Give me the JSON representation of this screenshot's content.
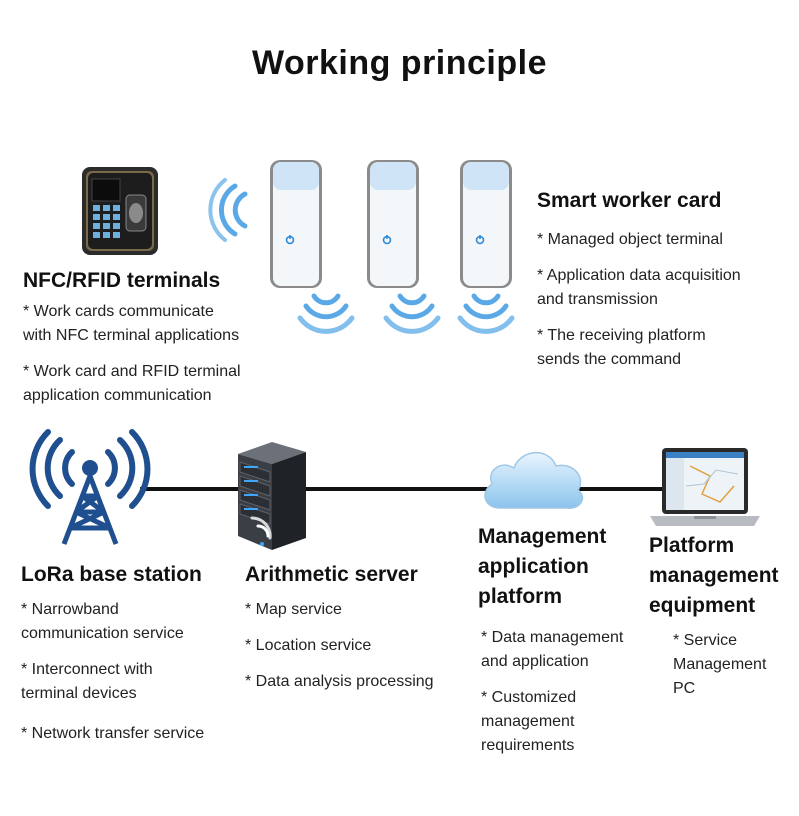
{
  "title": "Working principle",
  "nfc": {
    "heading": "NFC/RFID terminals",
    "items": [
      "* Work cards communicate\nwith NFC terminal applications",
      "* Work card and RFID terminal\napplication communication"
    ]
  },
  "card": {
    "heading": "Smart worker card",
    "items": [
      "* Managed object terminal",
      "* Application data acquisition\nand transmission",
      "* The receiving platform\nsends the command"
    ]
  },
  "lora": {
    "heading": "LoRa base station",
    "items": [
      "* Narrowband\ncommunication service",
      "* Interconnect with\nterminal devices",
      "* Network transfer service"
    ]
  },
  "server": {
    "heading": "Arithmetic server",
    "items": [
      "* Map service",
      "* Location service",
      "* Data analysis processing"
    ]
  },
  "platform": {
    "heading": "Management\napplication\nplatform",
    "items": [
      "* Data management\nand application",
      "* Customized\nmanagement\nrequirements"
    ]
  },
  "equipment": {
    "heading": "Platform\nmanagement\nequipment",
    "items": [
      "* Service\nManagement\nPC"
    ]
  },
  "colors": {
    "wave": "#5aa9e6",
    "tower": "#1f4f8f",
    "line": "#111111",
    "cloud": "#9fd0f2"
  },
  "icons": [
    "fingerprint-terminal-icon",
    "worker-card-icon",
    "nfc-wave-icon",
    "lora-tower-icon",
    "server-icon",
    "cloud-icon",
    "laptop-icon"
  ]
}
